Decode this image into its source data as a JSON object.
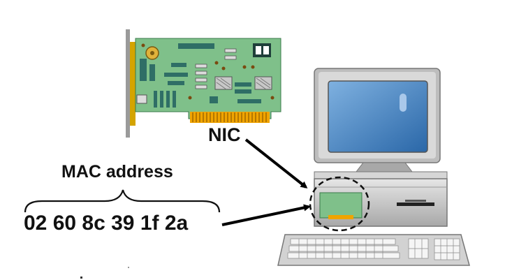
{
  "labels": {
    "nic": "NIC",
    "mac_title": "MAC address",
    "mac_value": "02 60 8c 39 1f 2a"
  },
  "colors": {
    "board_green": "#7fc08a",
    "board_dark": "#2f6e66",
    "gold_pins": "#f0a400",
    "screen_blue": "#3f7fbf",
    "monitor_gray": "#b5b5b5",
    "arrow_black": "#000000"
  }
}
